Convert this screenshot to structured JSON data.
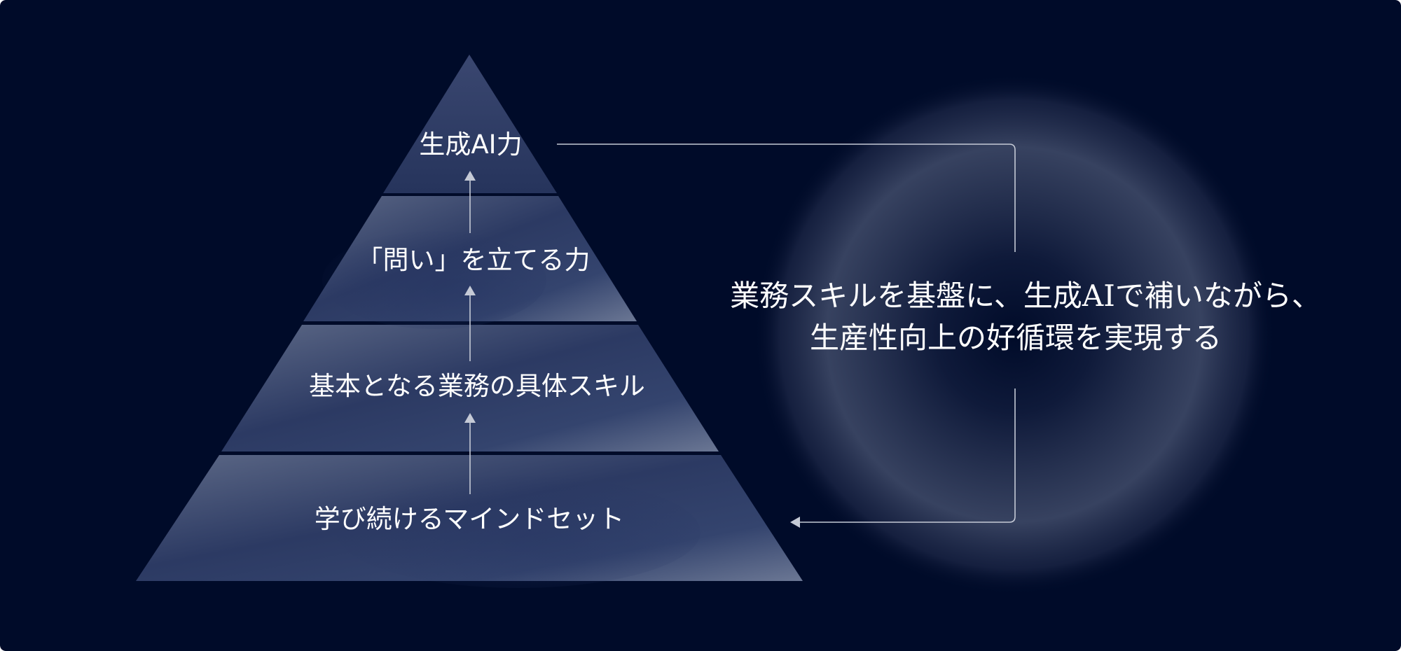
{
  "pyramid": {
    "tiers": [
      {
        "label": "生成AI力"
      },
      {
        "label": "「問い」を立てる力"
      },
      {
        "label": "基本となる業務の具体スキル"
      },
      {
        "label": "学び続けるマインドセット"
      }
    ]
  },
  "caption": {
    "line1": "業務スキルを基盤に、生成AIで補いながら、",
    "line2": "生産性向上の好循環を実現する"
  },
  "colors": {
    "background": "#000b29",
    "pyramid_fill": "#2b3a63",
    "pyramid_highlight": "#6a7693",
    "glow": "#4a5674",
    "line": "#c5cad6",
    "text": "#ffffff"
  }
}
